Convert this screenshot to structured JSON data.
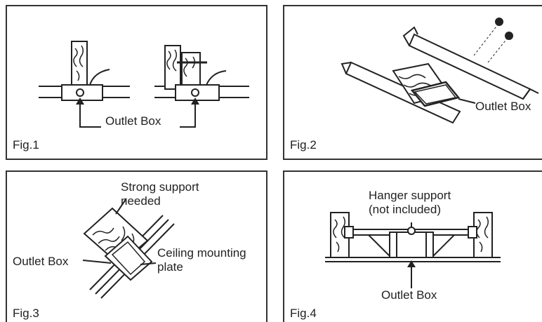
{
  "figures": [
    {
      "fig_label": "Fig.1",
      "labels": {
        "outlet_box": "Outlet Box"
      }
    },
    {
      "fig_label": "Fig.2",
      "labels": {
        "outlet_box": "Outlet Box"
      }
    },
    {
      "fig_label": "Fig.3",
      "labels": {
        "support_line1": "Strong support",
        "support_line2": "needed",
        "outlet_box": "Outlet Box",
        "plate_line1": "Ceiling mounting",
        "plate_line2": "plate"
      }
    },
    {
      "fig_label": "Fig.4",
      "labels": {
        "hanger_line1": "Hanger support",
        "hanger_line2": "(not included)",
        "outlet_box": "Outlet Box"
      }
    }
  ]
}
